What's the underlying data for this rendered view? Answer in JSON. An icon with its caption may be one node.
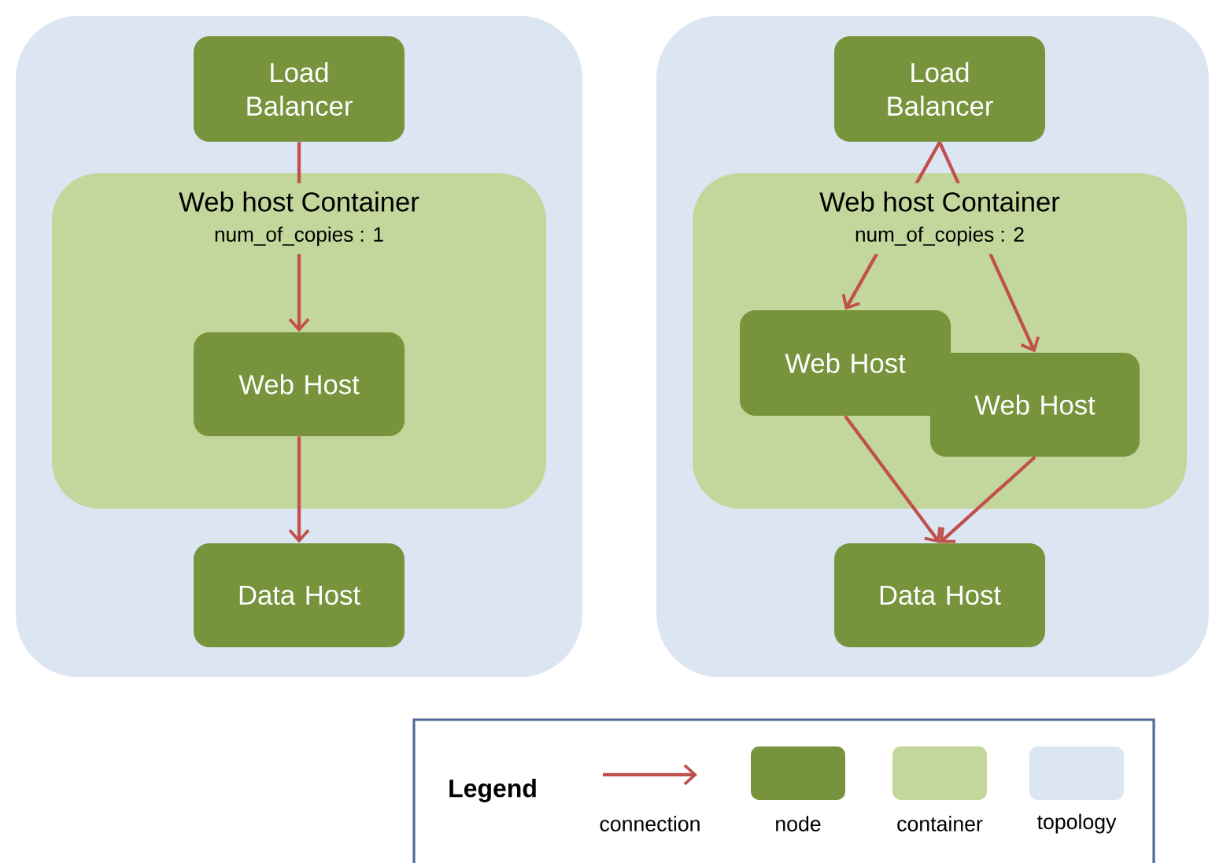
{
  "diagram": {
    "nodes": [
      {
        "text": [],
        "shape": "box"
      },
      {
        "text": [
          "Load Balancer"
        ],
        "in": 0
      },
      {
        "text": [
          "Web host Container",
          "num_of_copies : 1"
        ],
        "in": 0
      },
      {
        "text": [
          "Web Host"
        ],
        "in": 2
      },
      {
        "text": [
          "Data Host"
        ],
        "in": 0
      },
      {
        "text": [],
        "shape": "box"
      },
      {
        "text": [
          "Load Balancer"
        ],
        "in": 5
      },
      {
        "text": [
          "Web host Container",
          "num_of_copies : 2"
        ],
        "in": 5
      },
      {
        "text": [
          "Web Host"
        ],
        "in": 7
      },
      {
        "text": [
          "Web Host"
        ],
        "in": 7
      },
      {
        "text": [
          "Data Host"
        ],
        "in": 5
      }
    ],
    "edges": [
      {
        "from": 1,
        "to": 3,
        "arrow": "to"
      },
      {
        "from": 3,
        "to": 4,
        "arrow": "to"
      },
      {
        "from": 6,
        "to": 8,
        "arrow": "to"
      },
      {
        "from": 6,
        "to": 9,
        "arrow": "to"
      },
      {
        "from": 8,
        "to": 10,
        "arrow": "to"
      },
      {
        "from": 9,
        "to": 10,
        "arrow": "to"
      }
    ],
    "labels": [
      "Legend"
    ],
    "legend": [
      {
        "text": "connection"
      },
      {
        "text": "node",
        "color": "#77933c"
      },
      {
        "text": "container",
        "color": "#c3d69b"
      },
      {
        "text": "topology",
        "color": "#dce6f2"
      }
    ]
  }
}
